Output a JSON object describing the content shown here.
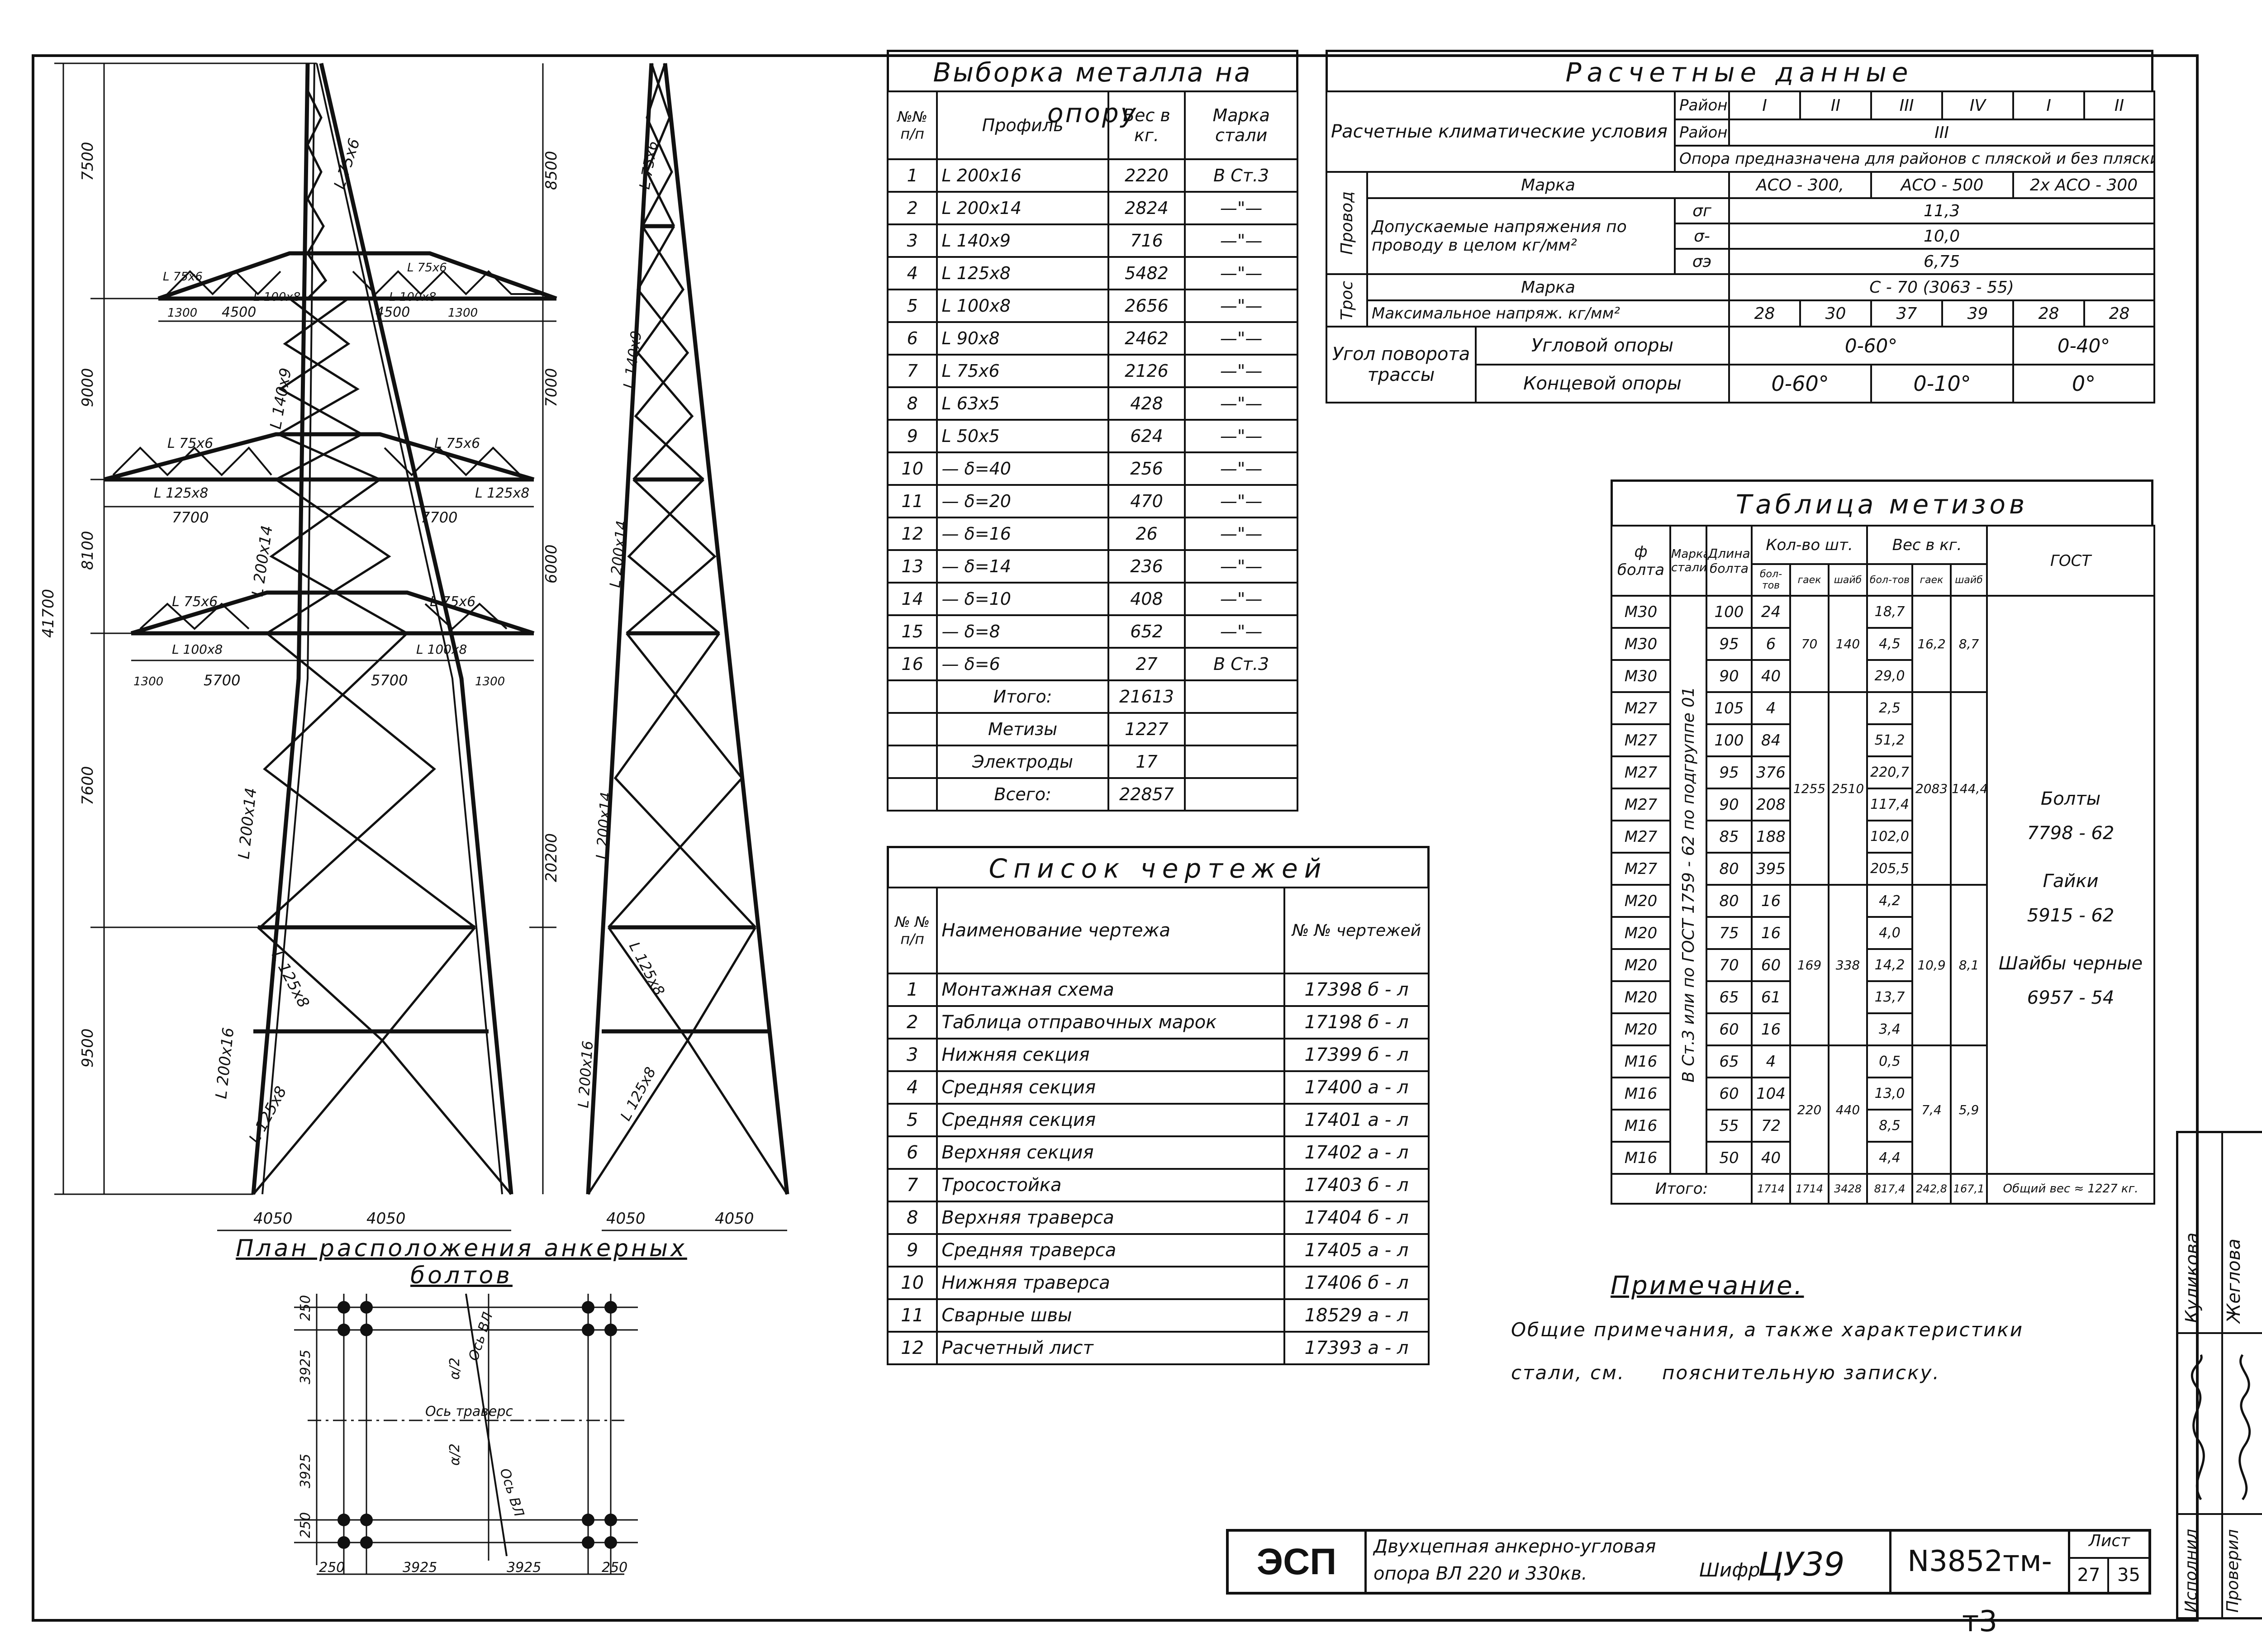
{
  "tower": {
    "left_dims": [
      "7500",
      "9000",
      "8100",
      "7600",
      "9500",
      "41700"
    ],
    "right_dims": [
      "8500",
      "7000",
      "6000",
      "20200"
    ],
    "base_dims": [
      "4050",
      "4050",
      "4050",
      "4050"
    ],
    "members": [
      "L 75x6",
      "L 140x9",
      "L 200x14",
      "L 200x14",
      "L 125x8",
      "L 200x16",
      "L 125x8"
    ],
    "side_members": [
      "L 75x6",
      "L 140x9",
      "L 200x14",
      "L 200x14",
      "L 125x8",
      "L 200x16",
      "L 125x8"
    ],
    "top_arm": {
      "a": "L 75x6",
      "b": "L 100x8",
      "c": "L 75x6",
      "d": "L 100x8",
      "w1": "1300",
      "w2": "4500",
      "w3": "4500",
      "w4": "1300"
    },
    "mid_arm": {
      "a": "L 75x6",
      "b": "L 125x8",
      "c": "L 75x6",
      "d": "L 125x8",
      "w1": "7700",
      "w2": "7700"
    },
    "low_arm": {
      "a": "L 75x6",
      "b": "L 100x8",
      "c": "L 75x6",
      "d": "L 100x8",
      "w1": "1300",
      "w2": "5700",
      "w3": "5700",
      "w4": "1300"
    }
  },
  "anchor_plan": {
    "title": "План расположения анкерных болтов",
    "v_dims": [
      "250",
      "3925",
      "3925",
      "250"
    ],
    "h_dims": [
      "250",
      "3925",
      "3925",
      "250"
    ],
    "axis_vl": "Ось ВЛ",
    "axis_vl2": "Ось ВЛ",
    "axis_trav": "Ось траверс",
    "frac1": "α/2",
    "frac2": "α/2"
  },
  "metal": {
    "title": "Выборка металла на опору",
    "headers": [
      "№№ п/п",
      "Профиль",
      "Вес в кг.",
      "Марка стали"
    ],
    "rows": [
      [
        "1",
        "L  200x16",
        "2220",
        "В Ст.3"
      ],
      [
        "2",
        "L  200x14",
        "2824",
        "—\"—"
      ],
      [
        "3",
        "L  140x9",
        "716",
        "—\"—"
      ],
      [
        "4",
        "L  125x8",
        "5482",
        "—\"—"
      ],
      [
        "5",
        "L  100x8",
        "2656",
        "—\"—"
      ],
      [
        "6",
        "L  90x8",
        "2462",
        "—\"—"
      ],
      [
        "7",
        "L  75x6",
        "2126",
        "—\"—"
      ],
      [
        "8",
        "L  63x5",
        "428",
        "—\"—"
      ],
      [
        "9",
        "L  50x5",
        "624",
        "—\"—"
      ],
      [
        "10",
        "—  δ=40",
        "256",
        "—\"—"
      ],
      [
        "11",
        "—  δ=20",
        "470",
        "—\"—"
      ],
      [
        "12",
        "—  δ=16",
        "26",
        "—\"—"
      ],
      [
        "13",
        "—  δ=14",
        "236",
        "—\"—"
      ],
      [
        "14",
        "—  δ=10",
        "408",
        "—\"—"
      ],
      [
        "15",
        "—  δ=8",
        "652",
        "—\"—"
      ],
      [
        "16",
        "—  δ=6",
        "27",
        "В Ст.3"
      ]
    ],
    "totals": [
      [
        "Итого:",
        "21613"
      ],
      [
        "Метизы",
        "1227"
      ],
      [
        "Электроды",
        "17"
      ],
      [
        "Всего:",
        "22857"
      ]
    ]
  },
  "drawings": {
    "title": "Список чертежей",
    "headers": [
      "№ № п/п",
      "Наименование чертежа",
      "№ № чертежей"
    ],
    "rows": [
      [
        "1",
        "Монтажная схема",
        "17398 б - л"
      ],
      [
        "2",
        "Таблица отправочных марок",
        "17198 б - л"
      ],
      [
        "3",
        "Нижняя секция",
        "17399 б - л"
      ],
      [
        "4",
        "Средняя секция",
        "17400 а - л"
      ],
      [
        "5",
        "Средняя секция",
        "17401 а - л"
      ],
      [
        "6",
        "Верхняя секция",
        "17402 а - л"
      ],
      [
        "7",
        "Тросостойка",
        "17403 б - л"
      ],
      [
        "8",
        "Верхняя траверса",
        "17404 б - л"
      ],
      [
        "9",
        "Средняя траверса",
        "17405 а - л"
      ],
      [
        "10",
        "Нижняя траверса",
        "17406 б - л"
      ],
      [
        "11",
        "Сварные швы",
        "18529 а - л"
      ],
      [
        "12",
        "Расчетный лист",
        "17393 а - л"
      ]
    ]
  },
  "calc": {
    "title": "Расчетные данные",
    "climate_label": "Расчетные климатические условия",
    "ice_label": "Район по гололеду",
    "ice": [
      "I",
      "II",
      "III",
      "IV",
      "I",
      "II"
    ],
    "wind_label": "Район по ветру",
    "wind": "III",
    "purpose": "Опора предназначена для районов с пляской и без пляски проводов",
    "wire_label": "Провод",
    "wire_mark_label": "Марка",
    "wire_marks": [
      "АСО - 300,",
      "АСО - 500",
      "2х АСО - 300"
    ],
    "stress_label": "Допускаемые напряжения по проводу в целом кг/мм²",
    "stress_rows": [
      [
        "σг",
        "11,3"
      ],
      [
        "σ-",
        "10,0"
      ],
      [
        "σэ",
        "6,75"
      ]
    ],
    "rope_label": "Трос",
    "rope_mark_label": "Марка",
    "rope_mark": "С - 70   (3063 - 55)",
    "rope_stress_label": "Максимальное напряж. кг/мм²",
    "rope_stress": [
      "28",
      "30",
      "37",
      "39",
      "28",
      "28"
    ],
    "angle_label": "Угол поворота трассы",
    "angle_rows": [
      {
        "label": "Угловой опоры",
        "v1": "0-60°",
        "v2": "0-40°"
      },
      {
        "label": "Концевой опоры",
        "v1": "0-60°",
        "v2": "0-10°",
        "v3": "0°"
      }
    ]
  },
  "hardware": {
    "title": "Таблица метизов",
    "headers": {
      "dia": "ф болта",
      "mark": "Марка стали",
      "len": "Длина болта",
      "qty": "Кол-во шт.",
      "wt": "Вес в кг.",
      "gost": "ГОСТ",
      "sub": [
        "бол-тов",
        "гаек",
        "шайб",
        "бол-тов",
        "гаек",
        "шайб"
      ]
    },
    "mark_text": "В Ст.3  или  по  ГОСТ  1759 - 62  по подгруппе  01",
    "groups": [
      {
        "rows": [
          [
            "М30",
            "100",
            "24",
            "18,7"
          ],
          [
            "М30",
            "95",
            "6",
            "4,5"
          ],
          [
            "М30",
            "90",
            "40",
            "29,0"
          ]
        ],
        "nuts": "70",
        "wash": "140",
        "nutw": "16,2",
        "washw": "8,7"
      },
      {
        "rows": [
          [
            "М27",
            "105",
            "4",
            "2,5"
          ],
          [
            "М27",
            "100",
            "84",
            "51,2"
          ],
          [
            "М27",
            "95",
            "376",
            "220,7"
          ],
          [
            "М27",
            "90",
            "208",
            "117,4"
          ],
          [
            "М27",
            "85",
            "188",
            "102,0"
          ],
          [
            "М27",
            "80",
            "395",
            "205,5"
          ]
        ],
        "nuts": "1255",
        "wash": "2510",
        "nutw": "2083",
        "washw": "144,4"
      },
      {
        "rows": [
          [
            "М20",
            "80",
            "16",
            "4,2"
          ],
          [
            "М20",
            "75",
            "16",
            "4,0"
          ],
          [
            "М20",
            "70",
            "60",
            "14,2"
          ],
          [
            "М20",
            "65",
            "61",
            "13,7"
          ],
          [
            "М20",
            "60",
            "16",
            "3,4"
          ]
        ],
        "nuts": "169",
        "wash": "338",
        "nutw": "10,9",
        "washw": "8,1"
      },
      {
        "rows": [
          [
            "М16",
            "65",
            "4",
            "0,5"
          ],
          [
            "М16",
            "60",
            "104",
            "13,0"
          ],
          [
            "М16",
            "55",
            "72",
            "8,5"
          ],
          [
            "М16",
            "50",
            "40",
            "4,4"
          ]
        ],
        "nuts": "220",
        "wash": "440",
        "nutw": "7,4",
        "washw": "5,9"
      }
    ],
    "gost_notes": [
      [
        "Болты",
        "7798 - 62"
      ],
      [
        "Гайки",
        "5915 - 62"
      ],
      [
        "Шайбы черные",
        "6957 - 54"
      ]
    ],
    "total_label": "Итого:",
    "totals": [
      "1714",
      "1714",
      "3428",
      "817,4",
      "242,8",
      "167,1"
    ],
    "total_weight": "Общий вес ≈ 1227 кг."
  },
  "note": {
    "title": "Примечание.",
    "line1": "Общие примечания, а также характеристики",
    "line2": "стали, см.     пояснительную записку."
  },
  "title_block": {
    "logo": "ЭСП",
    "name1": "Двухцепная анкерно-угловая",
    "name2": "опора ВЛ 220 и 330кв.",
    "code_label": "Шифр",
    "code": "ЦУ39",
    "number": "N3852тм-т3",
    "sheet_label": "Лист",
    "sheet": "27",
    "sheets": "35"
  },
  "stamp": {
    "role1": "Исполнил",
    "role2": "Проверил",
    "name1": "Куликова",
    "name2": "Жеглова"
  }
}
